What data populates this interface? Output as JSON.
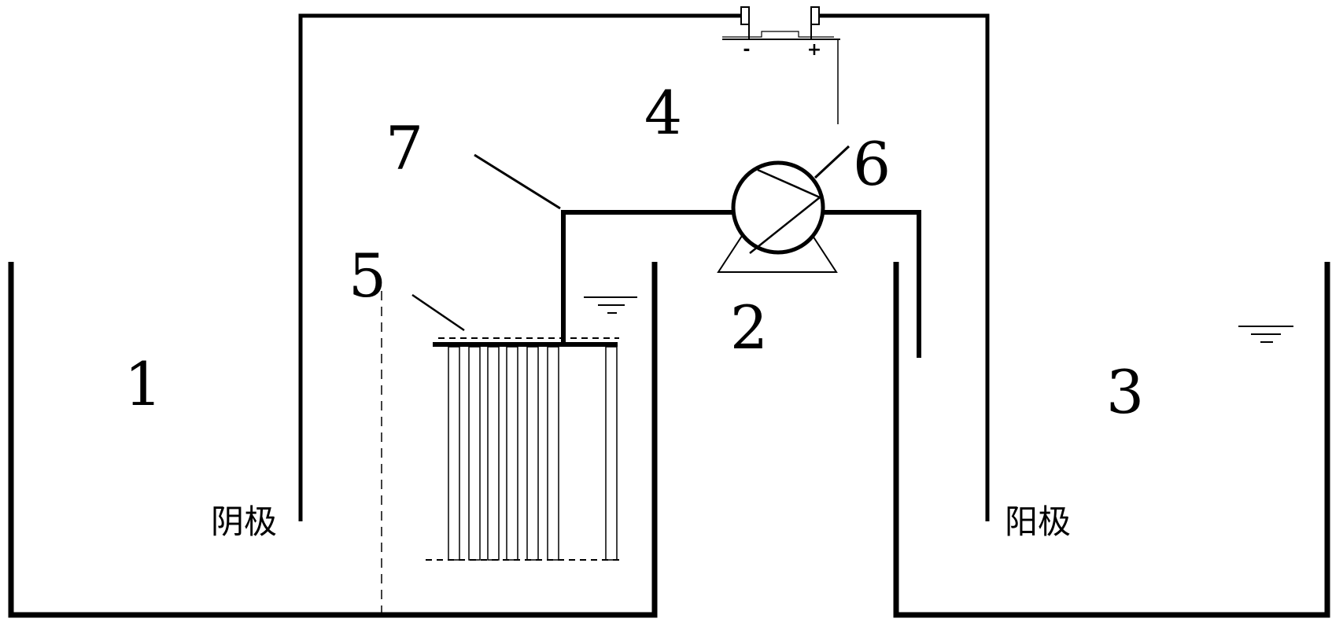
{
  "labels": {
    "tank_cathode": "1",
    "tank_middle": "2",
    "tank_anode": "3",
    "power_supply": "4",
    "membrane_module": "5",
    "pump": "6",
    "pipe": "7"
  },
  "electrodes": {
    "cathode_label": "阴极",
    "anode_label": "阳极"
  },
  "power": {
    "negative": "-",
    "positive": "+"
  }
}
